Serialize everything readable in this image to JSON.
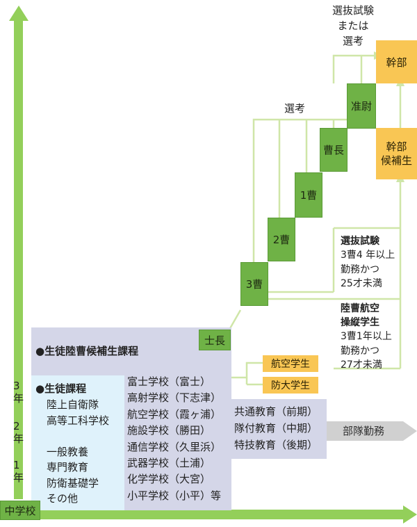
{
  "axis": {
    "origin_label": "中学校",
    "years": [
      "3年",
      "2年",
      "1年"
    ]
  },
  "ranks": [
    "3曹",
    "2曹",
    "1曹",
    "曹長",
    "准尉"
  ],
  "shicho": "士長",
  "officer": {
    "kanbu": "幹部",
    "kohosei": "幹部\n候補生"
  },
  "selection": {
    "senko": "選考",
    "top_route": "選抜試験\nまたは\n選考",
    "exam_title": "選抜試験",
    "exam_detail": "3曹4 年以上\n勤務かつ\n25才未満",
    "aviation_title": "陸曹航空\n操縦学生",
    "aviation_detail": "3曹1年以上\n勤務かつ\n27才未満"
  },
  "schools_entry": [
    "航空学生",
    "防大学生"
  ],
  "courses": {
    "nco_candidate": "●生徒陸曹候補生課程",
    "student": "●生徒課程",
    "student_items": "陸上自衛隊\n高等工科学校\n\n一般教養\n専門教育\n防衛基礎学\nその他",
    "branch_schools": "富士学校（富士）\n高射学校（下志津）\n航空学校（霞ヶ浦）\n施設学校（勝田）\n通信学校（久里浜）\n武器学校（土浦）\n化学学校（大宮）\n小平学校（小平）等",
    "education": "共通教育（前期）\n隊付教育（中期）\n特技教育（後期）"
  },
  "unit_duty": "部隊勤務",
  "colors": {
    "green": "#6fb246",
    "axis_green": "#93cf5a",
    "line_green": "#cfe6a8",
    "orange": "#f9c654",
    "lavender": "#d4d6e8",
    "light_blue": "#dff2fb",
    "gray": "#d0d0d0"
  }
}
